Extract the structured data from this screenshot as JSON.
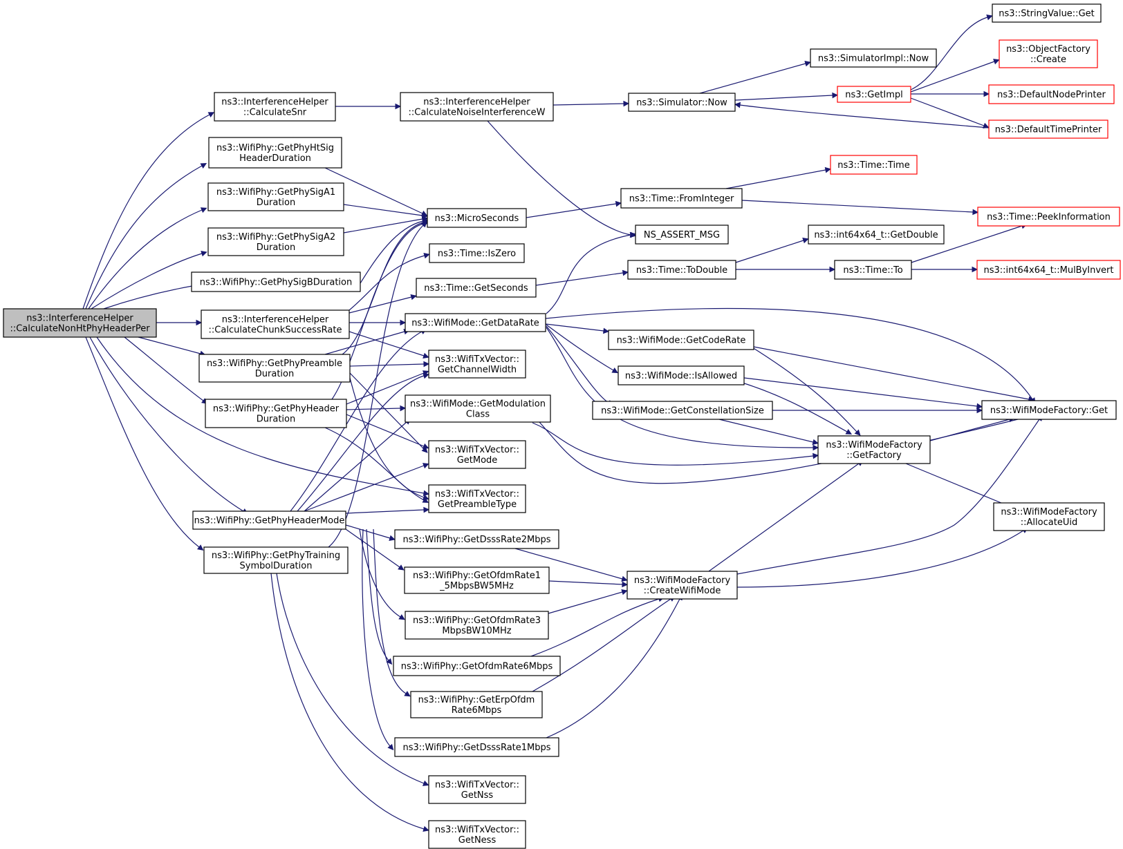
{
  "graph": {
    "edge_color": "#191970",
    "node_border": "#000000",
    "external_border": "#ff0000",
    "root_fill": "#bfbfbf",
    "nodes": [
      {
        "id": "root",
        "lines": [
          "ns3::InterferenceHelper",
          "::CalculateNonHtPhyHeaderPer"
        ],
        "style": "root"
      },
      {
        "id": "calcSnr",
        "lines": [
          "ns3::InterferenceHelper",
          "::CalculateSnr"
        ],
        "style": "normal"
      },
      {
        "id": "htsig",
        "lines": [
          "ns3::WifiPhy::GetPhyHtSig",
          "HeaderDuration"
        ],
        "style": "normal"
      },
      {
        "id": "siga1",
        "lines": [
          "ns3::WifiPhy::GetPhySigA1",
          "Duration"
        ],
        "style": "normal"
      },
      {
        "id": "siga2",
        "lines": [
          "ns3::WifiPhy::GetPhySigA2",
          "Duration"
        ],
        "style": "normal"
      },
      {
        "id": "sigb",
        "lines": [
          "ns3::WifiPhy::GetPhySigBDuration"
        ],
        "style": "normal"
      },
      {
        "id": "chunk",
        "lines": [
          "ns3::InterferenceHelper",
          "::CalculateChunkSuccessRate"
        ],
        "style": "normal"
      },
      {
        "id": "preamble",
        "lines": [
          "ns3::WifiPhy::GetPhyPreamble",
          "Duration"
        ],
        "style": "normal"
      },
      {
        "id": "header",
        "lines": [
          "ns3::WifiPhy::GetPhyHeader",
          "Duration"
        ],
        "style": "normal"
      },
      {
        "id": "headermode",
        "lines": [
          "ns3::WifiPhy::GetPhyHeaderMode"
        ],
        "style": "normal"
      },
      {
        "id": "training",
        "lines": [
          "ns3::WifiPhy::GetPhyTraining",
          "SymbolDuration"
        ],
        "style": "normal"
      },
      {
        "id": "noise",
        "lines": [
          "ns3::InterferenceHelper",
          "::CalculateNoiseInterferenceW"
        ],
        "style": "normal"
      },
      {
        "id": "micro",
        "lines": [
          "ns3::MicroSeconds"
        ],
        "style": "normal"
      },
      {
        "id": "iszero",
        "lines": [
          "ns3::Time::IsZero"
        ],
        "style": "normal"
      },
      {
        "id": "getsec",
        "lines": [
          "ns3::Time::GetSeconds"
        ],
        "style": "normal"
      },
      {
        "id": "datarate",
        "lines": [
          "ns3::WifiMode::GetDataRate"
        ],
        "style": "normal"
      },
      {
        "id": "chanwidth",
        "lines": [
          "ns3::WifiTxVector::",
          "GetChannelWidth"
        ],
        "style": "normal"
      },
      {
        "id": "modclass",
        "lines": [
          "ns3::WifiMode::GetModulation",
          "Class"
        ],
        "style": "normal"
      },
      {
        "id": "getmode",
        "lines": [
          "ns3::WifiTxVector::",
          "GetMode"
        ],
        "style": "normal"
      },
      {
        "id": "pretype",
        "lines": [
          "ns3::WifiTxVector::",
          "GetPreambleType"
        ],
        "style": "normal"
      },
      {
        "id": "dsss2",
        "lines": [
          "ns3::WifiPhy::GetDsssRate2Mbps"
        ],
        "style": "normal"
      },
      {
        "id": "ofdm1_5",
        "lines": [
          "ns3::WifiPhy::GetOfdmRate1",
          "_5MbpsBW5MHz"
        ],
        "style": "normal"
      },
      {
        "id": "ofdm3",
        "lines": [
          "ns3::WifiPhy::GetOfdmRate3",
          "MbpsBW10MHz"
        ],
        "style": "normal"
      },
      {
        "id": "ofdm6",
        "lines": [
          "ns3::WifiPhy::GetOfdmRate6Mbps"
        ],
        "style": "normal"
      },
      {
        "id": "erp6",
        "lines": [
          "ns3::WifiPhy::GetErpOfdm",
          "Rate6Mbps"
        ],
        "style": "normal"
      },
      {
        "id": "dsss1",
        "lines": [
          "ns3::WifiPhy::GetDsssRate1Mbps"
        ],
        "style": "normal"
      },
      {
        "id": "nss",
        "lines": [
          "ns3::WifiTxVector::",
          "GetNss"
        ],
        "style": "normal"
      },
      {
        "id": "ness",
        "lines": [
          "ns3::WifiTxVector::",
          "GetNess"
        ],
        "style": "normal"
      },
      {
        "id": "simnow",
        "lines": [
          "ns3::Simulator::Now"
        ],
        "style": "normal"
      },
      {
        "id": "implnow",
        "lines": [
          "ns3::SimulatorImpl::Now"
        ],
        "style": "normal"
      },
      {
        "id": "fromint",
        "lines": [
          "ns3::Time::FromInteger"
        ],
        "style": "normal"
      },
      {
        "id": "assert",
        "lines": [
          "NS_ASSERT_MSG"
        ],
        "style": "normal"
      },
      {
        "id": "todouble",
        "lines": [
          "ns3::Time::ToDouble"
        ],
        "style": "normal"
      },
      {
        "id": "getdouble",
        "lines": [
          "ns3::int64x64_t::GetDouble"
        ],
        "style": "normal"
      },
      {
        "id": "timeto",
        "lines": [
          "ns3::Time::To"
        ],
        "style": "normal"
      },
      {
        "id": "coderate",
        "lines": [
          "ns3::WifiMode::GetCodeRate"
        ],
        "style": "normal"
      },
      {
        "id": "isallowed",
        "lines": [
          "ns3::WifiMode::IsAllowed"
        ],
        "style": "normal"
      },
      {
        "id": "constsize",
        "lines": [
          "ns3::WifiMode::GetConstellationSize"
        ],
        "style": "normal"
      },
      {
        "id": "factory",
        "lines": [
          "ns3::WifiModeFactory",
          "::GetFactory"
        ],
        "style": "normal"
      },
      {
        "id": "createmode",
        "lines": [
          "ns3::WifiModeFactory",
          "::CreateWifiMode"
        ],
        "style": "normal"
      },
      {
        "id": "getimpl",
        "lines": [
          "ns3::GetImpl"
        ],
        "style": "red"
      },
      {
        "id": "timetime",
        "lines": [
          "ns3::Time::Time"
        ],
        "style": "red"
      },
      {
        "id": "strget",
        "lines": [
          "ns3::StringValue::Get"
        ],
        "style": "normal"
      },
      {
        "id": "objcreate",
        "lines": [
          "ns3::ObjectFactory",
          "::Create"
        ],
        "style": "red"
      },
      {
        "id": "nodeprinter",
        "lines": [
          "ns3::DefaultNodePrinter"
        ],
        "style": "red"
      },
      {
        "id": "timeprinter",
        "lines": [
          "ns3::DefaultTimePrinter"
        ],
        "style": "red"
      },
      {
        "id": "peek",
        "lines": [
          "ns3::Time::PeekInformation"
        ],
        "style": "red"
      },
      {
        "id": "mulinv",
        "lines": [
          "ns3::int64x64_t::MulByInvert"
        ],
        "style": "red"
      },
      {
        "id": "factget",
        "lines": [
          "ns3::WifiModeFactory::Get"
        ],
        "style": "normal"
      },
      {
        "id": "allocuid",
        "lines": [
          "ns3::WifiModeFactory",
          "::AllocateUid"
        ],
        "style": "normal"
      }
    ]
  }
}
